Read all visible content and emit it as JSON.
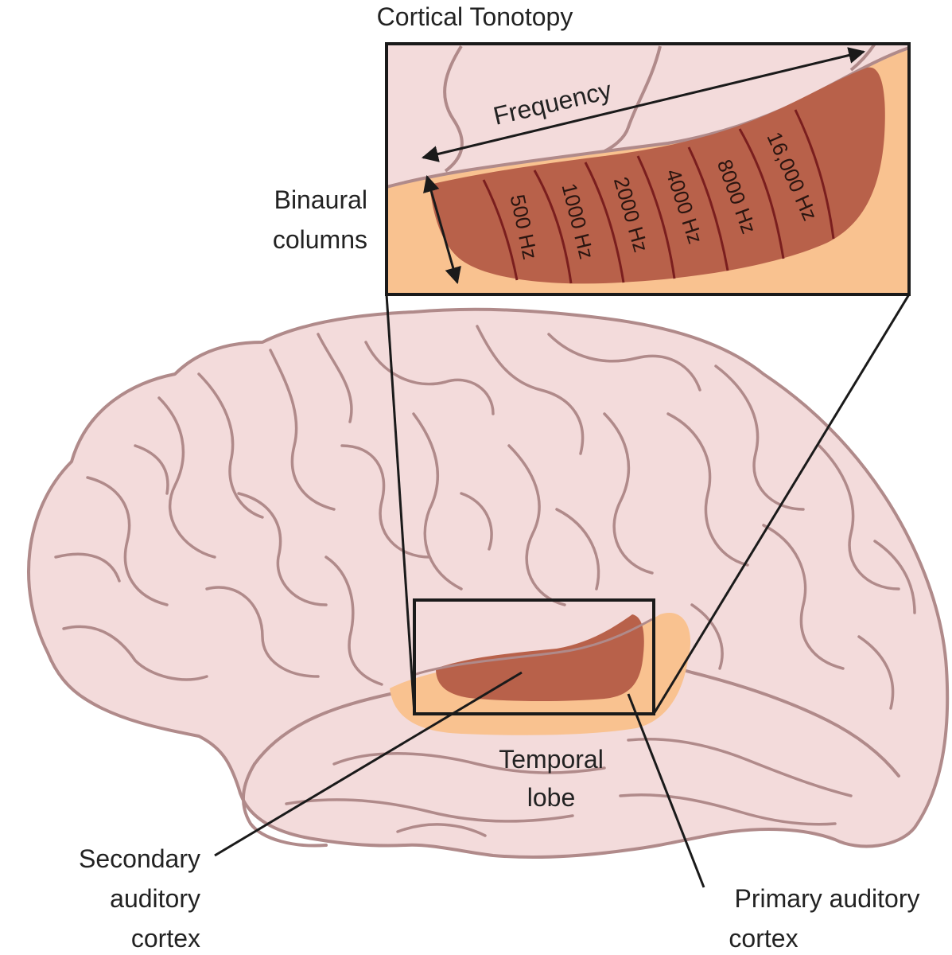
{
  "title": "Cortical Tonotopy",
  "inset": {
    "axis_label": "Frequency",
    "columns_label_line1": "Binaural",
    "columns_label_line2": "columns",
    "frequency_bands": [
      "500 Hz",
      "1000 Hz",
      "2000 Hz",
      "4000 Hz",
      "8000 Hz",
      "16,000 Hz"
    ]
  },
  "labels": {
    "temporal_lobe_line1": "Temporal",
    "temporal_lobe_line2": "lobe",
    "secondary_line1": "Secondary",
    "secondary_line2": "auditory",
    "secondary_line3": "cortex",
    "primary_line1": "Primary auditory",
    "primary_line2": "cortex"
  },
  "colors": {
    "brain_fill": "#f3dbdb",
    "brain_outline": "#b08a8a",
    "primary_cortex": "#b8614a",
    "secondary_cortex": "#f9c290",
    "band_lines": "#7a1e1e",
    "outline": "#1a1a1a"
  }
}
